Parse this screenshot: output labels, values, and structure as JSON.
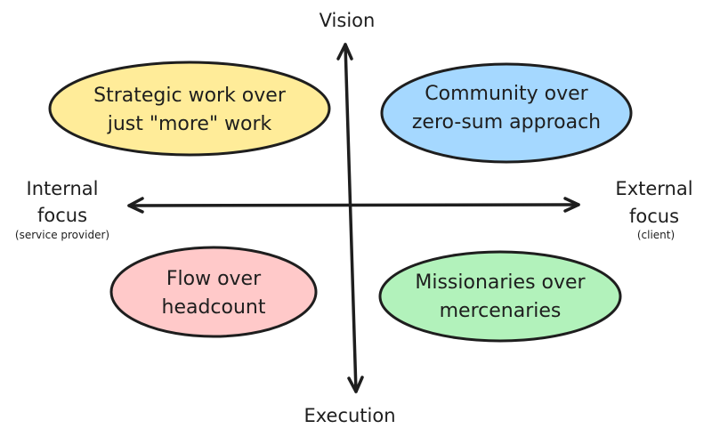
{
  "axes": {
    "top": "Vision",
    "bottom": "Execution",
    "left": {
      "line1": "Internal",
      "line2": "focus",
      "note": "(service provider)"
    },
    "right": {
      "line1": "External",
      "line2": "focus",
      "note": "(client)"
    }
  },
  "quadrants": [
    {
      "line1": "Strategic work over",
      "line2": "just \"more\" work",
      "color": "#ffec99"
    },
    {
      "line1": "Community over",
      "line2": "zero-sum approach",
      "color": "#a5d8ff"
    },
    {
      "line1": "Flow over",
      "line2": "headcount",
      "color": "#ffc9c9"
    },
    {
      "line1": "Missionaries over",
      "line2": "mercenaries",
      "color": "#b2f2bb"
    }
  ]
}
